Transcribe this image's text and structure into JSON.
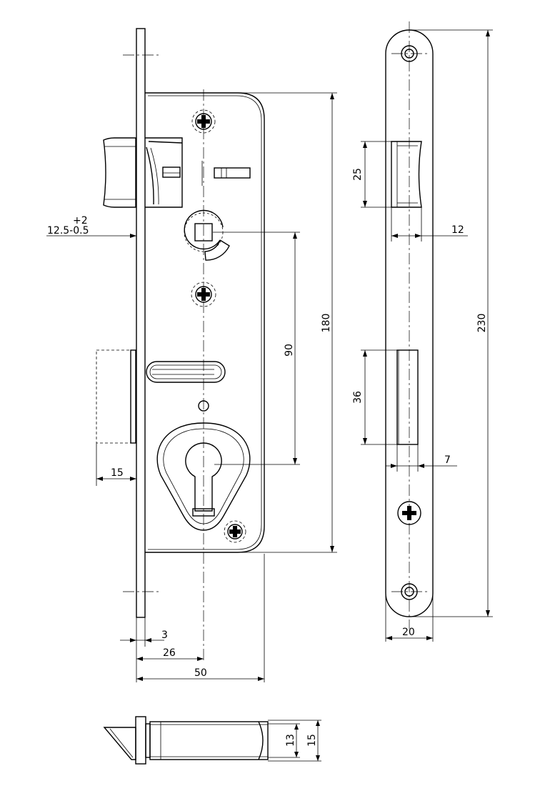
{
  "dimensions": {
    "tol_upper": "+2",
    "tol_base": "12.5-0.5",
    "w15": "15",
    "w3": "3",
    "w26": "26",
    "w50": "50",
    "h90": "90",
    "h180": "180",
    "h25": "25",
    "w12": "12",
    "h36": "36",
    "w7": "7",
    "h230": "230",
    "w20": "20",
    "t13": "13",
    "t15": "15"
  }
}
